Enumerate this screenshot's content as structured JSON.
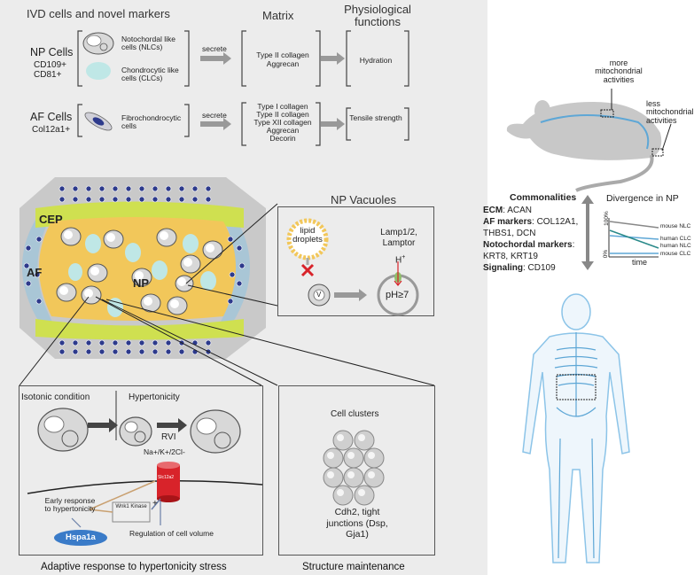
{
  "headers": {
    "ivd_cells": "IVD cells and novel markers",
    "matrix": "Matrix",
    "physiological": "Physiological functions"
  },
  "np_row": {
    "title": "NP Cells",
    "markers": [
      "CD109+",
      "CD81+"
    ],
    "cell1": "Notochordal like cells (NLCs)",
    "cell2": "Chondrocytic like cells (CLCs)",
    "verb": "secrete",
    "matrix": [
      "Type II collagen",
      "Aggrecan"
    ],
    "function": "Hydration"
  },
  "af_row": {
    "title": "AF Cells",
    "markers": [
      "Col12a1+"
    ],
    "cell": "Fibrochondrocytic cells",
    "verb": "secrete",
    "matrix": [
      "Type I collagen",
      "Type II collagen",
      "Type XII collagen",
      "Aggrecan",
      "Decorin"
    ],
    "function": "Tensile strength"
  },
  "disc": {
    "cep": "CEP",
    "af": "AF",
    "np": "NP"
  },
  "vacuoles": {
    "title": "NP Vacuoles",
    "lipid": "lipid droplets",
    "lamp": "Lamp1/2, Lamptor",
    "proton": "H",
    "proton_sup": "+",
    "v": "V",
    "ph": "pH≥7"
  },
  "hyper": {
    "isotonic": "Isotonic condition",
    "hypertonicity": "Hypertonicity",
    "rvi": "RVI",
    "transport": "Na+/K+/2Cl-",
    "channel": "Slc12a2",
    "early": "Early response to hypertonicity",
    "wnk": "Wnk1 Kinase",
    "plus": "+",
    "hspa": "Hspa1a",
    "regulation": "Regulation of cell volume",
    "caption": "Adaptive response to hypertonicity stress"
  },
  "clusters": {
    "title": "Cell clusters",
    "desc": "Cdh2, tight junctions (Dsp, Gja1)",
    "caption": "Structure maintenance"
  },
  "mouse": {
    "more": "more mitochondrial activities",
    "less": "less mitochondrial activities"
  },
  "commonalities": {
    "title": "Commonalities",
    "lines": [
      {
        "b": "ECM",
        "t": ": ACAN"
      },
      {
        "b": "AF markers",
        "t": ": COL12A1, THBS1, DCN"
      },
      {
        "b": "Notochordal markers",
        "t": ": KRT8, KRT19"
      },
      {
        "b": "Signaling",
        "t": ": CD109"
      }
    ]
  },
  "divergence": {
    "title": "Divergence in NP",
    "y_top": "100%",
    "y_bot": "0%",
    "x_label": "time",
    "series": [
      "mouse NLC",
      "human CLC",
      "human NLC",
      "mouse CLC"
    ]
  },
  "colors": {
    "cep": "#cfe050",
    "np_core": "#f2c75a",
    "clc": "#bfe7e6",
    "af_cell": "#2d3a8c",
    "human_body": "#8cc4e8",
    "channel": "#d8232a",
    "hspa": "#3a7bc8"
  }
}
